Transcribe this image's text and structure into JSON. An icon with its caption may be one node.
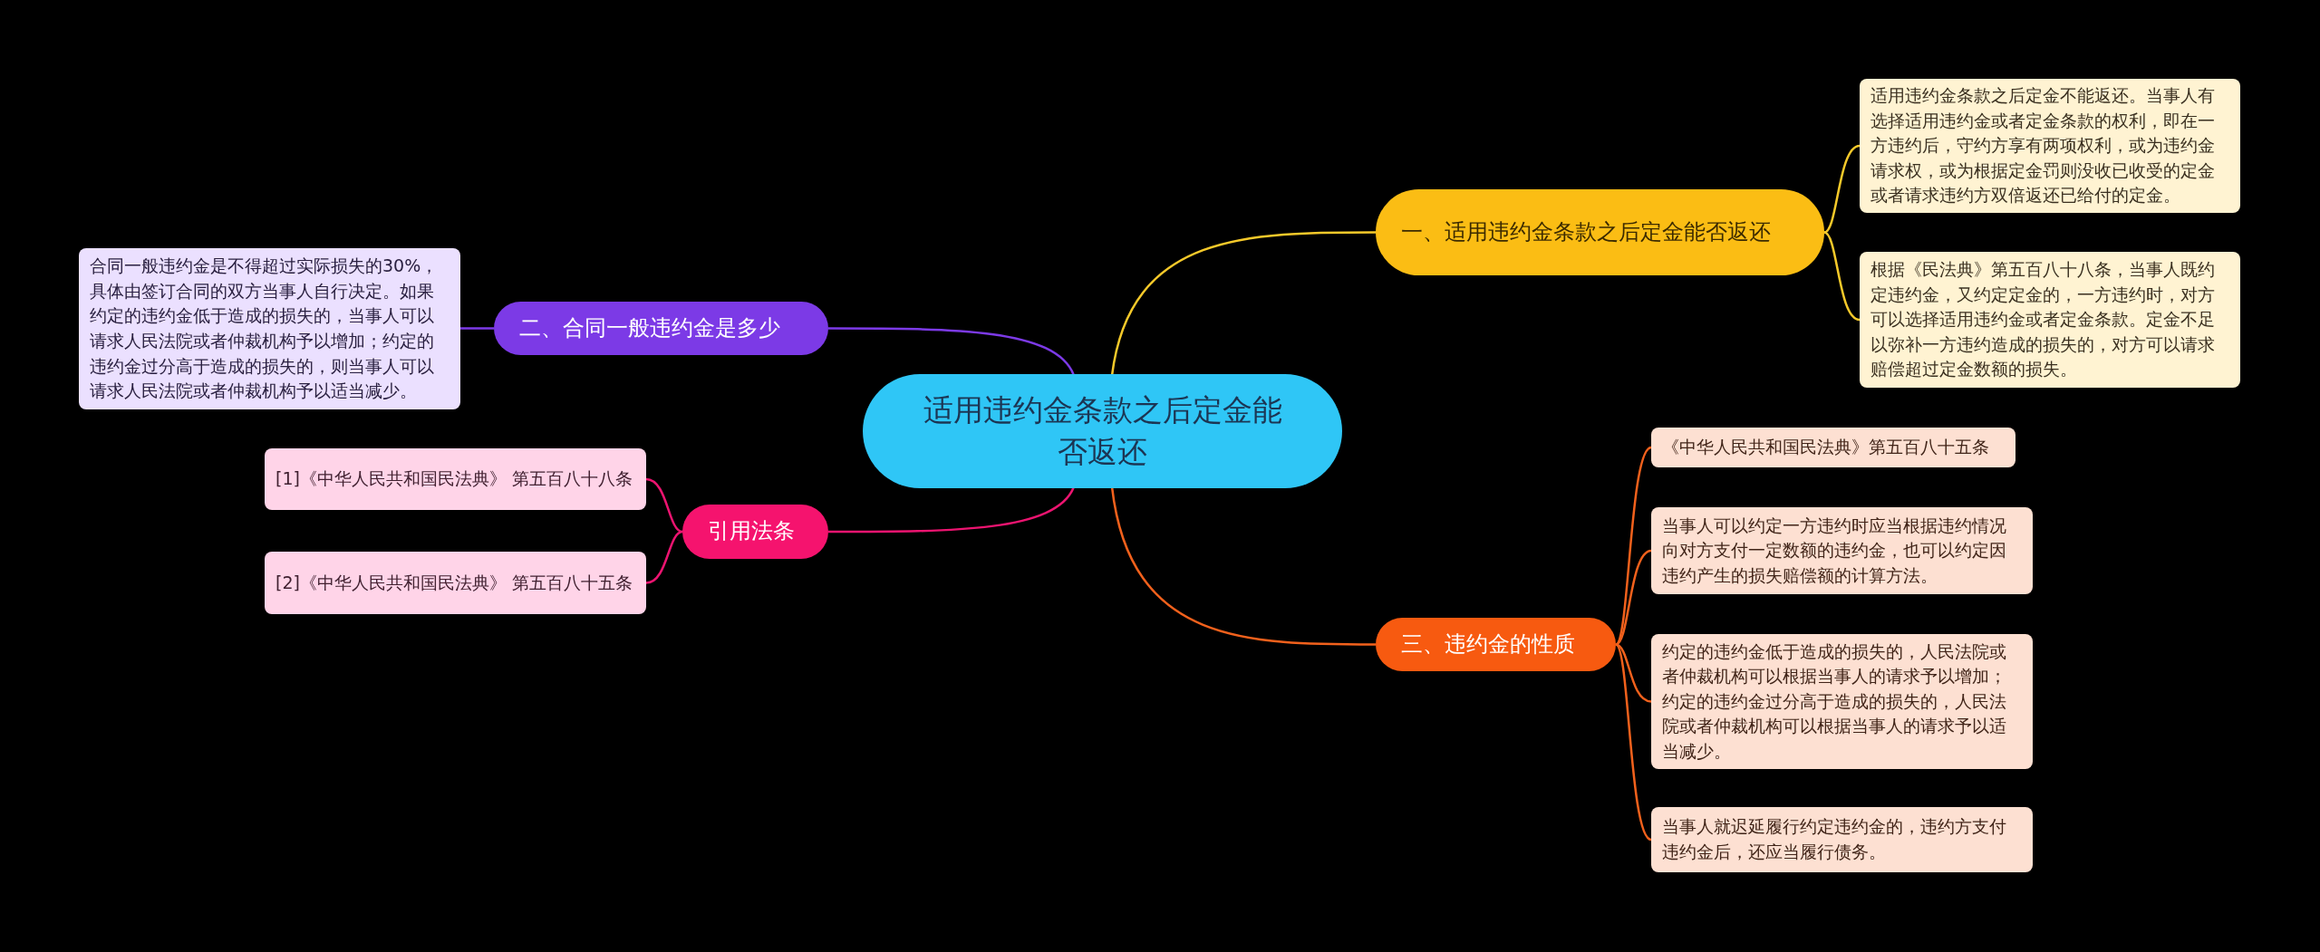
{
  "diagram": {
    "nodes": [
      {
        "text": [
          "适用违约金条款之后定金能否返还"
        ]
      },
      {
        "text": [
          "一、适用违约金条款之后定金能否返还"
        ]
      },
      {
        "text": [
          "适用违约金条款之后定金不能返还。当事人有选择适用违约金或者定金条款的权利，即在一方违约后，守约方享有两项权利，或为违约金请求权，或为根据定金罚则没收已收受的定金或者请求违约方双倍返还已给付的定金。"
        ]
      },
      {
        "text": [
          "根据《民法典》第五百八十八条，当事人既约定违约金，又约定定金的，一方违约时，对方可以选择适用违约金或者定金条款。定金不足以弥补一方违约造成的损失的，对方可以请求赔偿超过定金数额的损失。"
        ]
      },
      {
        "text": [
          "二、合同一般违约金是多少"
        ]
      },
      {
        "text": [
          "合同一般违约金是不得超过实际损失的30%，具体由签订合同的双方当事人自行决定。如果约定的违约金低于造成的损失的，当事人可以请求人民法院或者仲裁机构予以增加；约定的违约金过分高于造成的损失的，则当事人可以请求人民法院或者仲裁机构予以适当减少。"
        ]
      },
      {
        "text": [
          "引用法条"
        ]
      },
      {
        "text": [
          "[1]《中华人民共和国民法典》 第五百八十八条"
        ]
      },
      {
        "text": [
          "[2]《中华人民共和国民法典》 第五百八十五条"
        ]
      },
      {
        "text": [
          "三、违约金的性质"
        ]
      },
      {
        "text": [
          "《中华人民共和国民法典》第五百八十五条"
        ]
      },
      {
        "text": [
          "当事人可以约定一方违约时应当根据违约情况向对方支付一定数额的违约金，也可以约定因违约产生的损失赔偿额的计算方法。"
        ]
      },
      {
        "text": [
          "约定的违约金低于造成的损失的，人民法院或者仲裁机构可以根据当事人的请求予以增加；约定的违约金过分高于造成的损失的，人民法院或者仲裁机构可以根据当事人的请求予以适当减少。"
        ]
      },
      {
        "text": [
          "当事人就迟延履行约定违约金的，违约方支付违约金后，还应当履行债务。"
        ]
      }
    ],
    "edges": [
      {
        "from": 0,
        "to": 1,
        "arrow": "none",
        "color": "#f5c92a"
      },
      {
        "from": 1,
        "to": 2,
        "arrow": "none",
        "color": "#f5c92a"
      },
      {
        "from": 1,
        "to": 3,
        "arrow": "none",
        "color": "#f5c92a"
      },
      {
        "from": 0,
        "to": 4,
        "arrow": "none",
        "color": "#7c3ae6"
      },
      {
        "from": 4,
        "to": 5,
        "arrow": "none",
        "color": "#7c3ae6"
      },
      {
        "from": 0,
        "to": 6,
        "arrow": "none",
        "color": "#ec1470"
      },
      {
        "from": 6,
        "to": 7,
        "arrow": "none",
        "color": "#ec1470"
      },
      {
        "from": 6,
        "to": 8,
        "arrow": "none",
        "color": "#ec1470"
      },
      {
        "from": 0,
        "to": 9,
        "arrow": "none",
        "color": "#f2611c"
      },
      {
        "from": 9,
        "to": 10,
        "arrow": "none",
        "color": "#f2611c"
      },
      {
        "from": 9,
        "to": 11,
        "arrow": "none",
        "color": "#f2611c"
      },
      {
        "from": 9,
        "to": 12,
        "arrow": "none",
        "color": "#f2611c"
      },
      {
        "from": 9,
        "to": 13,
        "arrow": "none",
        "color": "#f2611c"
      }
    ]
  }
}
